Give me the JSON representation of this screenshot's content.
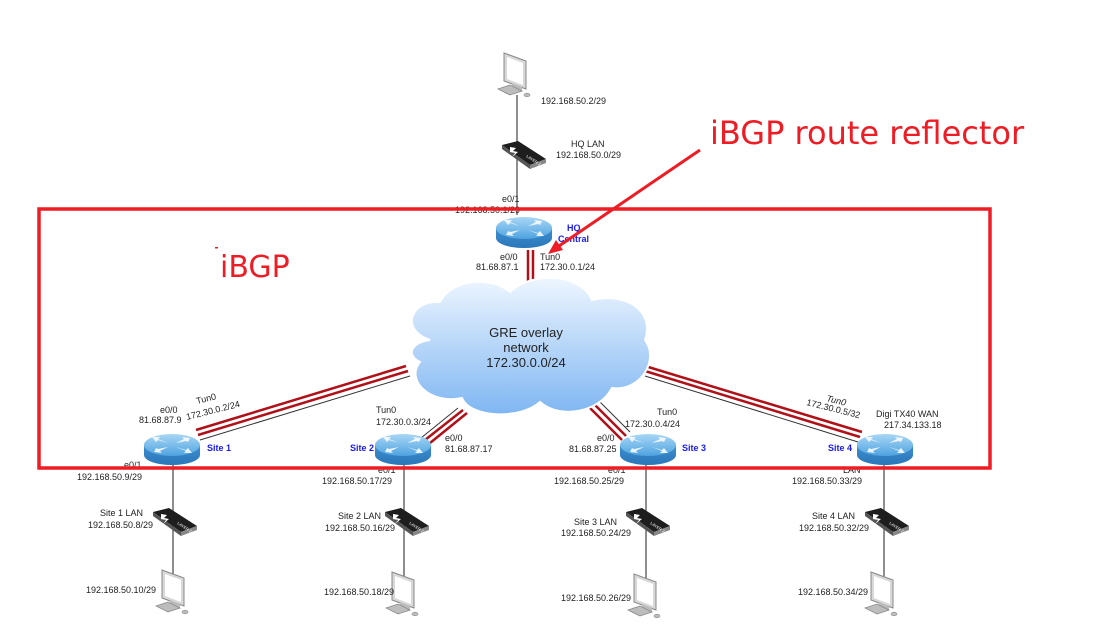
{
  "annotations": {
    "ibgp_box_label": "iBGP",
    "route_reflector_label": "iBGP route reflector",
    "accent_color": "#ee1c24"
  },
  "cloud": {
    "line1": "GRE overlay",
    "line2": "network",
    "line3": "172.30.0.0/24"
  },
  "hq": {
    "pc_ip": "192.168.50.2/29",
    "lan_name": "HQ LAN",
    "lan_subnet": "192.168.50.0/29",
    "e01_label": "e0/1",
    "e01_ip": "192.168.50.1/29",
    "router_name_line1": "HQ",
    "router_name_line2": "Central",
    "e00_label": "e0/0",
    "e00_ip": "81.68.87.1",
    "tun_label": "Tun0",
    "tun_ip": "172.30.0.1/24"
  },
  "sites": [
    {
      "name": "Site 1",
      "e00_label": "e0/0",
      "e00_ip": "81.68.87.9",
      "tun_label": "Tun0",
      "tun_ip": "172.30.0.2/24",
      "lan_if_label": "e0/1",
      "lan_if_ip": "192.168.50.9/29",
      "lan_name": "Site 1 LAN",
      "lan_subnet": "192.168.50.8/29",
      "pc_ip": "192.168.50.10/29"
    },
    {
      "name": "Site 2",
      "e00_label": "e0/0",
      "e00_ip": "81.68.87.17",
      "tun_label": "Tun0",
      "tun_ip": "172.30.0.3/24",
      "lan_if_label": "e0/1",
      "lan_if_ip": "192.168.50.17/29",
      "lan_name": "Site 2 LAN",
      "lan_subnet": "192.168.50.16/29",
      "pc_ip": "192.168.50.18/29"
    },
    {
      "name": "Site 3",
      "e00_label": "e0/0",
      "e00_ip": "81.68.87.25",
      "tun_label": "Tun0",
      "tun_ip": "172.30.0.4/24",
      "lan_if_label": "e0/1",
      "lan_if_ip": "192.168.50.25/29",
      "lan_name": "Site 3 LAN",
      "lan_subnet": "192.168.50.24/29",
      "pc_ip": "192.168.50.26/29"
    },
    {
      "name": "Site 4",
      "wan_label": "Digi TX40 WAN",
      "wan_ip": "217.34.133.18",
      "tun_label": "Tun0",
      "tun_ip": "172.30.0.5/32",
      "lan_if_label": "LAN",
      "lan_if_ip": "192.168.50.33/29",
      "lan_name": "Site 4 LAN",
      "lan_subnet": "192.168.50.32/29",
      "pc_ip": "192.168.50.34/29"
    }
  ],
  "switch_badge": "LAYER 2"
}
